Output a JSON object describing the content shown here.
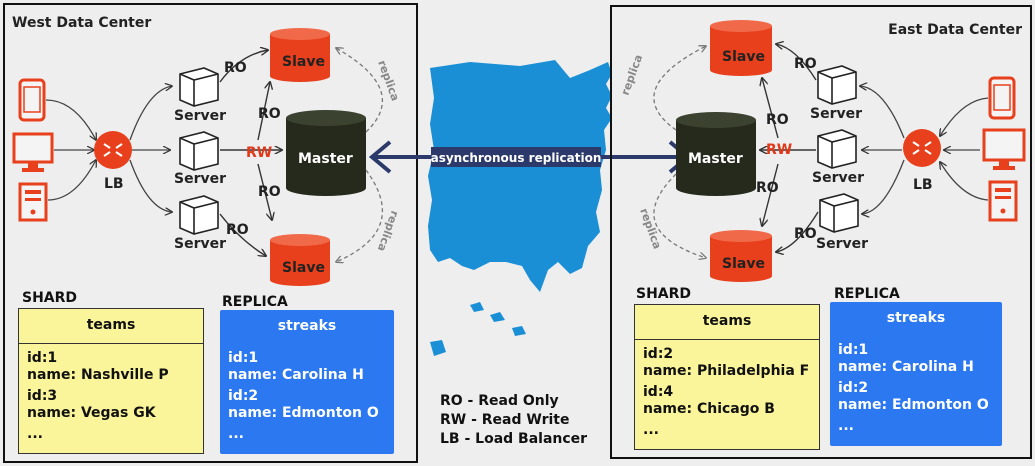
{
  "west": {
    "title": "West Data Center",
    "lb": "LB",
    "servers": [
      "Server",
      "Server",
      "Server"
    ],
    "ro_labels": [
      "RO",
      "RO",
      "RO",
      "RO"
    ],
    "rw_label": "RW",
    "master": "Master",
    "slaves": [
      "Slave",
      "Slave"
    ],
    "replica_labels": [
      "replica",
      "replica"
    ],
    "shard_label": "SHARD",
    "replica_label": "REPLICA",
    "shard_card": {
      "title": "teams",
      "records": [
        {
          "id": "id:1",
          "name": "name: Nashville P"
        },
        {
          "id": "id:3",
          "name": "name: Vegas GK"
        }
      ],
      "more": "..."
    },
    "replica_card": {
      "title": "streaks",
      "records": [
        {
          "id": "id:1",
          "name": "name: Carolina H"
        },
        {
          "id": "id:2",
          "name": "name: Edmonton O"
        }
      ],
      "more": "..."
    }
  },
  "east": {
    "title": "East Data Center",
    "lb": "LB",
    "servers": [
      "Server",
      "Server",
      "Server"
    ],
    "ro_labels": [
      "RO",
      "RO",
      "RO",
      "RO"
    ],
    "rw_label": "RW",
    "master": "Master",
    "slaves": [
      "Slave",
      "Slave"
    ],
    "replica_labels": [
      "replica",
      "replica"
    ],
    "shard_label": "SHARD",
    "replica_label": "REPLICA",
    "shard_card": {
      "title": "teams",
      "records": [
        {
          "id": "id:2",
          "name": "name: Philadelphia F"
        },
        {
          "id": "id:4",
          "name": "name: Chicago B"
        }
      ],
      "more": "..."
    },
    "replica_card": {
      "title": "streaks",
      "records": [
        {
          "id": "id:1",
          "name": "name: Carolina H"
        },
        {
          "id": "id:2",
          "name": "name: Edmonton O"
        }
      ],
      "more": "..."
    }
  },
  "replication_label": "asynchronous replication",
  "legend": [
    "RO - Read Only",
    "RW - Read Write",
    "LB - Load Balancer"
  ],
  "colors": {
    "red": "#e8401c",
    "master": "#262a1c",
    "map": "#1a8fd6",
    "arrow": "#2b3a6a",
    "shard": "#faf49a",
    "replica": "#2b78f0"
  }
}
